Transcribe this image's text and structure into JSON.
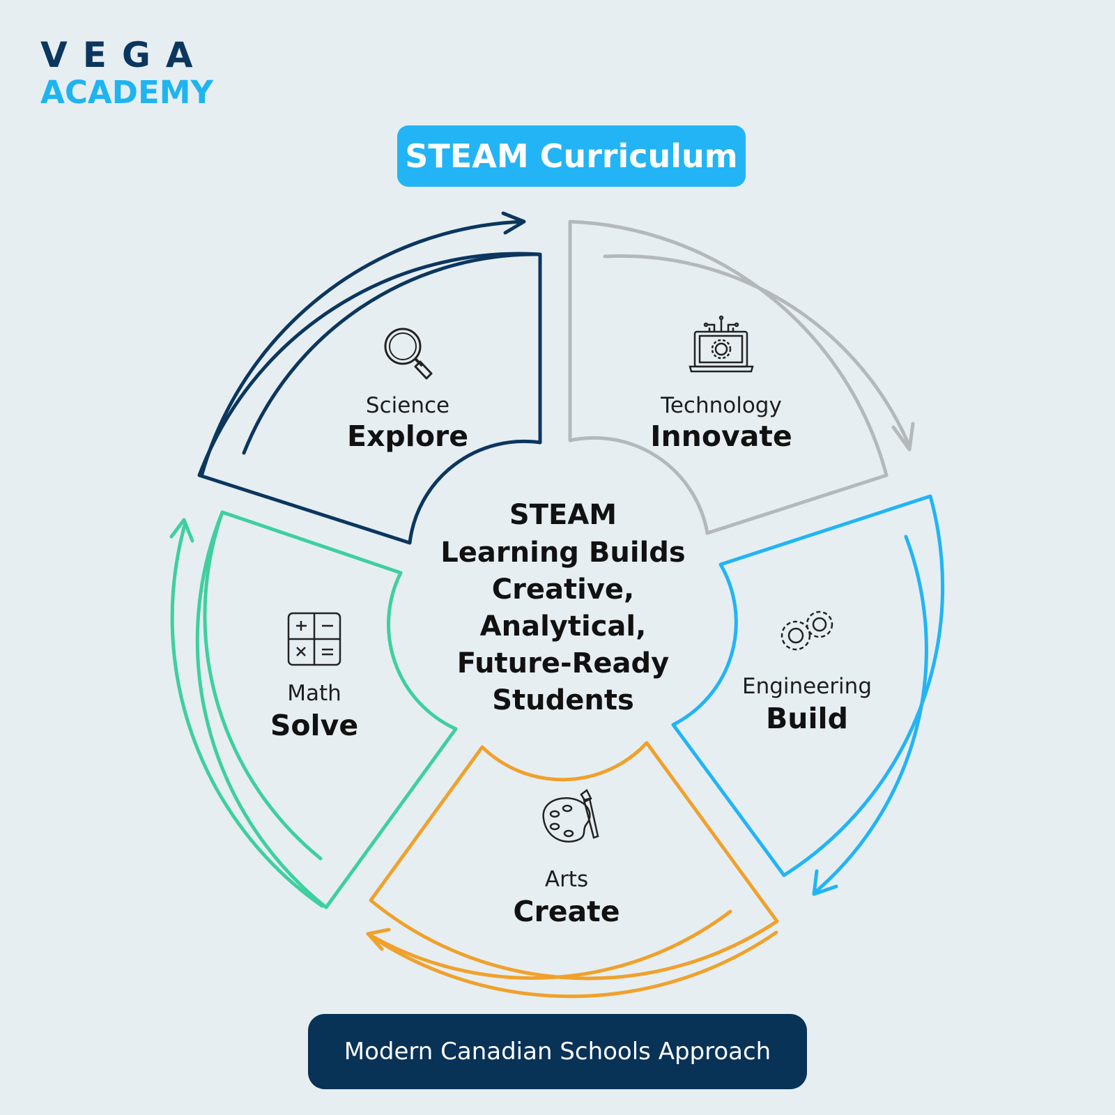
{
  "logo": {
    "line1": "VEGA",
    "line2": "ACADEMY"
  },
  "title": "STEAM Curriculum",
  "center": {
    "lines": [
      "STEAM",
      "Learning Builds",
      "Creative,",
      "Analytical,",
      "Future-Ready",
      "Students"
    ]
  },
  "segments": [
    {
      "subject": "Science",
      "action": "Explore",
      "icon": "magnifier-icon",
      "color": "#0b365e"
    },
    {
      "subject": "Technology",
      "action": "Innovate",
      "icon": "laptop-gear-icon",
      "color": "#b4b8bb"
    },
    {
      "subject": "Engineering",
      "action": "Build",
      "icon": "gears-icon",
      "color": "#22b4f5"
    },
    {
      "subject": "Arts",
      "action": "Create",
      "icon": "palette-icon",
      "color": "#f0a12c"
    },
    {
      "subject": "Math",
      "action": "Solve",
      "icon": "calculator-icon",
      "color": "#3fcf9f"
    }
  ],
  "footer": "Modern Canadian Schools Approach",
  "colors": {
    "background": "#e6eef2",
    "title_pill": "#22b4f5",
    "footer_pill": "#093257"
  }
}
